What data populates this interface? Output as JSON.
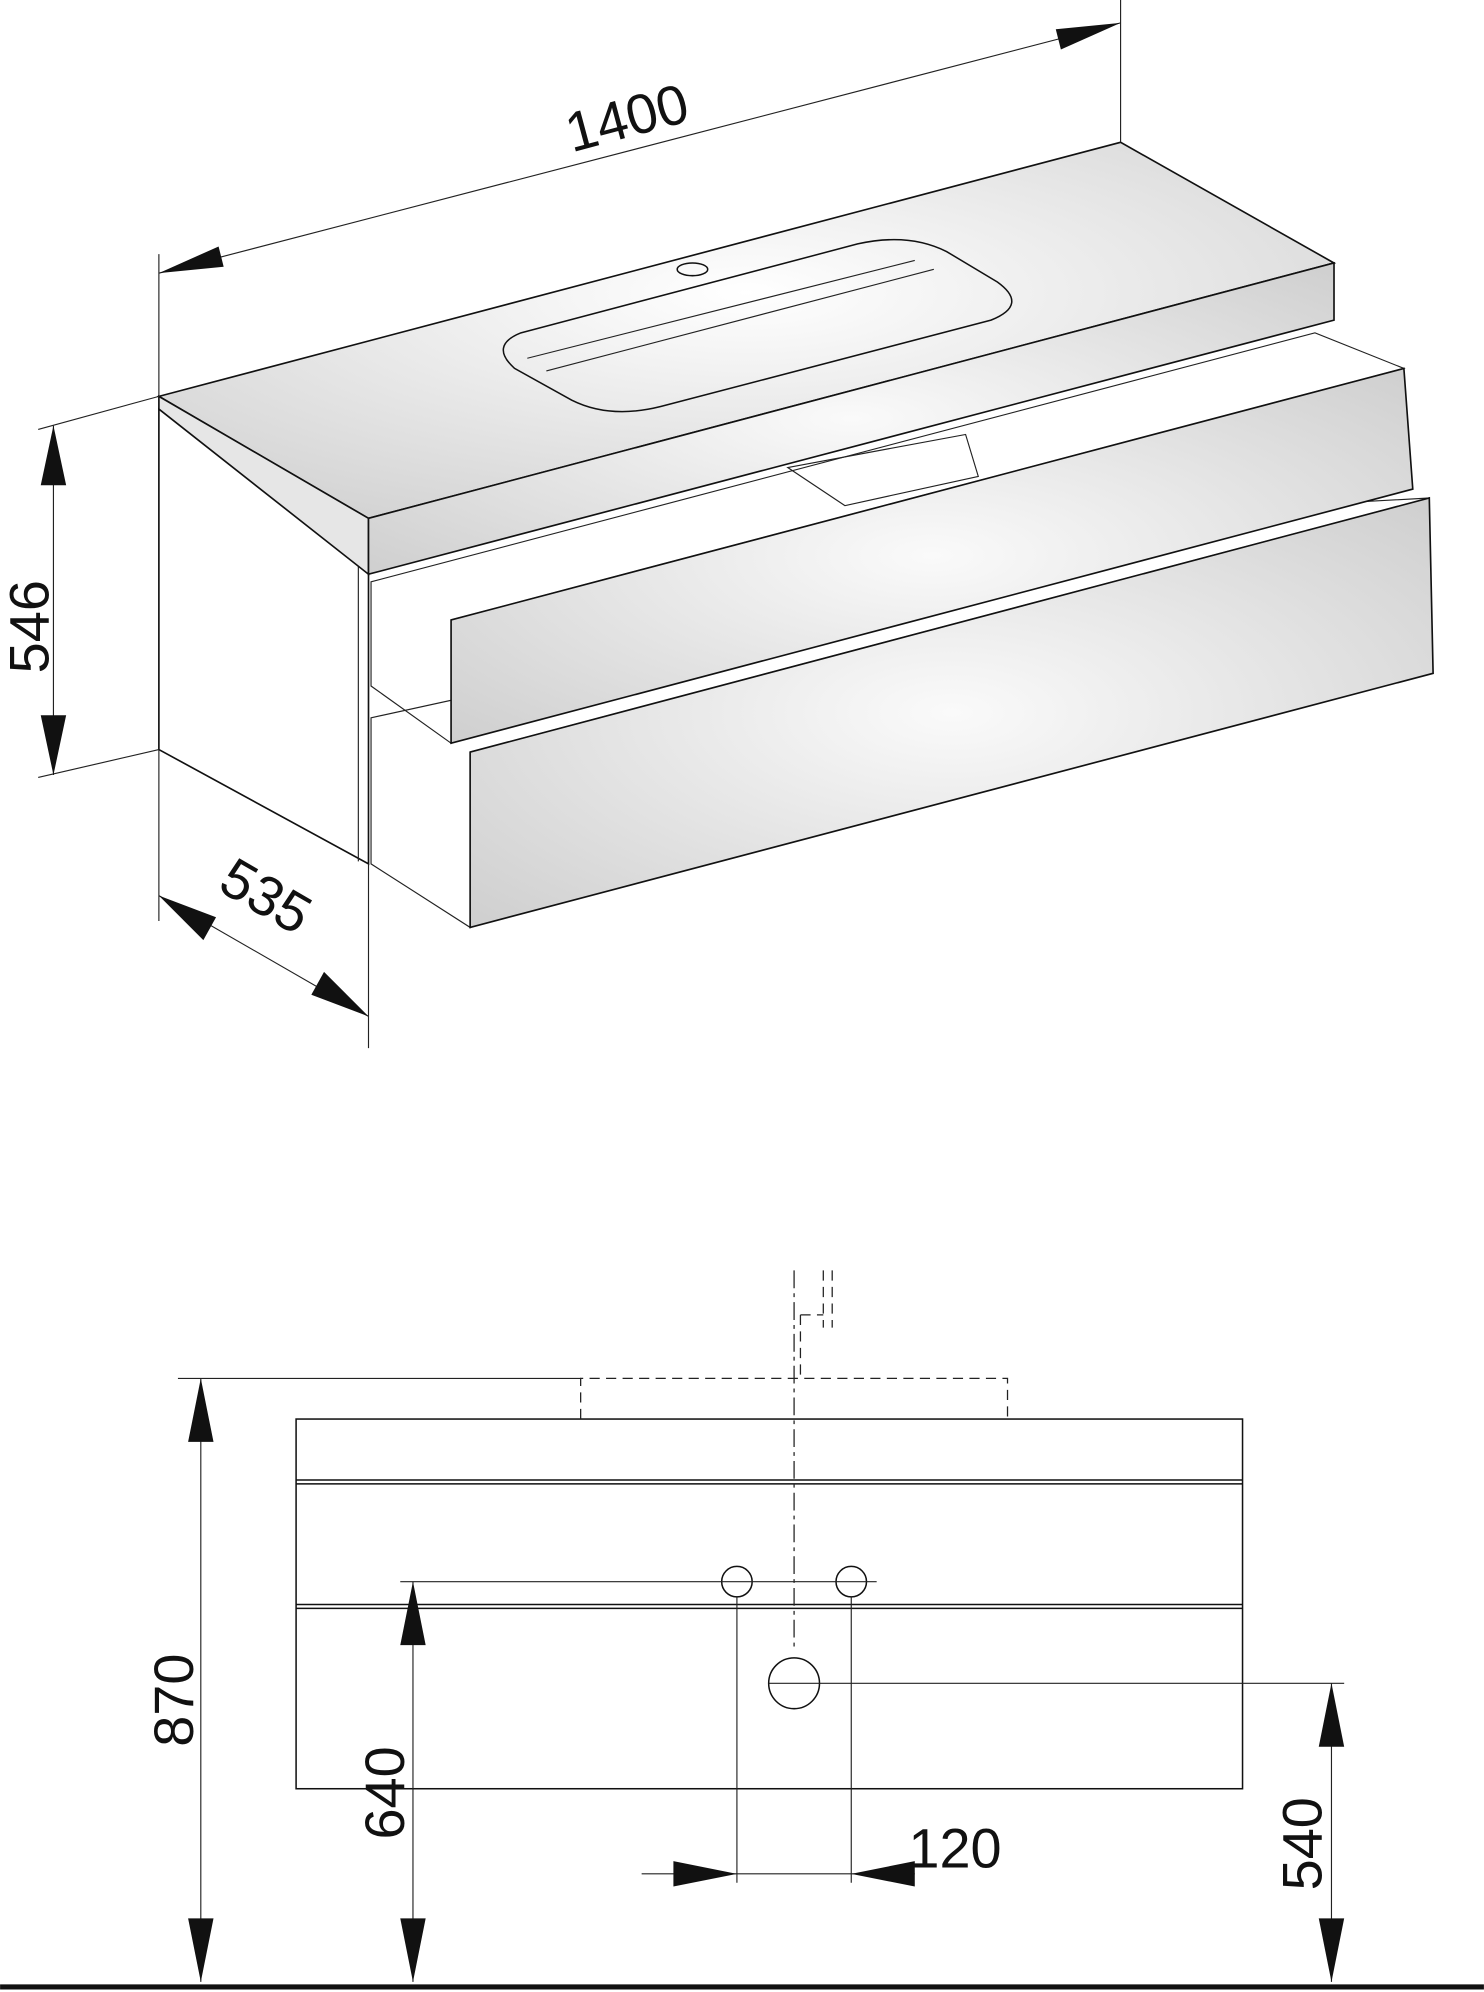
{
  "dimensions": {
    "width": "1400",
    "height": "546",
    "depth": "535",
    "total_height": "870",
    "tap_height": "640",
    "tap_spacing": "120",
    "drain_height": "540"
  },
  "colors": {
    "line": "#111111",
    "face_light": "#f4f4f4",
    "face_mid": "#dcdcdc"
  }
}
